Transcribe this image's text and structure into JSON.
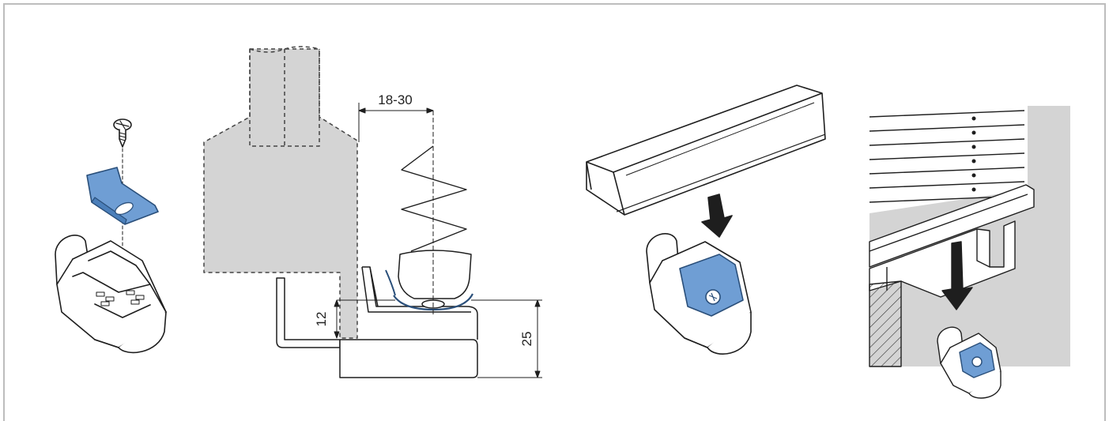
{
  "diagram": {
    "panels": [
      {
        "id": "bracket-assembly"
      },
      {
        "id": "mounting-section"
      },
      {
        "id": "headrail-insertion"
      },
      {
        "id": "installed-blind"
      }
    ],
    "dimensions": {
      "spring_span": "18-30",
      "clip_offset": "12",
      "bracket_height": "25"
    },
    "colors": {
      "clip": "#6f9ed4",
      "clip_stroke": "#2a4f7a",
      "wall": "#d4d4d4",
      "line": "#1e1e1e",
      "frame": "#bdbdbd"
    }
  }
}
